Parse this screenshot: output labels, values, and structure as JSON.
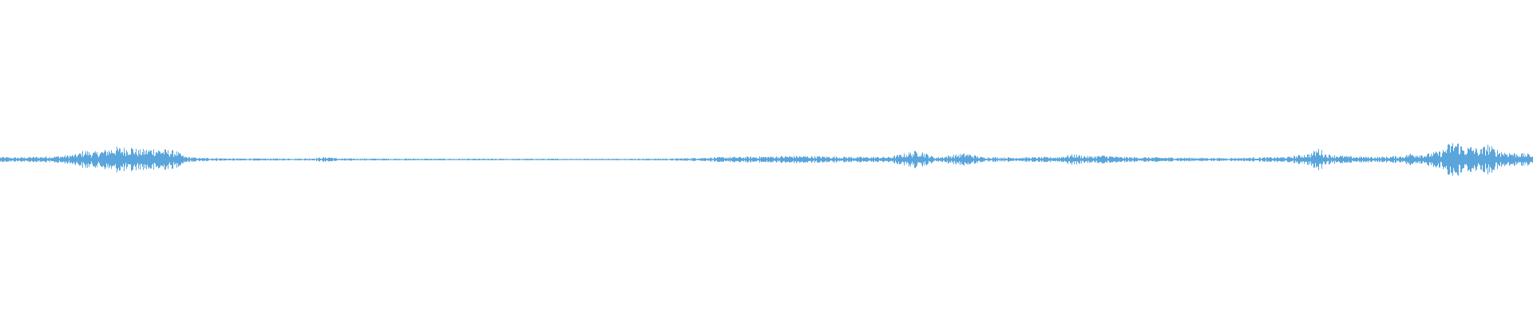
{
  "waveform": {
    "color": "#5aa6dc",
    "background": "#ffffff",
    "amplitude_envelope": [
      [
        0.0,
        0.05
      ],
      [
        0.01,
        0.04
      ],
      [
        0.02,
        0.05
      ],
      [
        0.03,
        0.06
      ],
      [
        0.04,
        0.07
      ],
      [
        0.05,
        0.1
      ],
      [
        0.055,
        0.18
      ],
      [
        0.06,
        0.14
      ],
      [
        0.065,
        0.16
      ],
      [
        0.07,
        0.2
      ],
      [
        0.075,
        0.24
      ],
      [
        0.08,
        0.22
      ],
      [
        0.085,
        0.26
      ],
      [
        0.09,
        0.18
      ],
      [
        0.095,
        0.2
      ],
      [
        0.1,
        0.22
      ],
      [
        0.105,
        0.2
      ],
      [
        0.11,
        0.18
      ],
      [
        0.115,
        0.16
      ],
      [
        0.12,
        0.06
      ],
      [
        0.13,
        0.03
      ],
      [
        0.14,
        0.03
      ],
      [
        0.15,
        0.02
      ],
      [
        0.2,
        0.02
      ],
      [
        0.215,
        0.05
      ],
      [
        0.22,
        0.02
      ],
      [
        0.3,
        0.015
      ],
      [
        0.4,
        0.015
      ],
      [
        0.44,
        0.02
      ],
      [
        0.46,
        0.04
      ],
      [
        0.48,
        0.05
      ],
      [
        0.5,
        0.06
      ],
      [
        0.52,
        0.07
      ],
      [
        0.54,
        0.06
      ],
      [
        0.56,
        0.05
      ],
      [
        0.58,
        0.05
      ],
      [
        0.6,
        0.18
      ],
      [
        0.605,
        0.1
      ],
      [
        0.61,
        0.04
      ],
      [
        0.62,
        0.08
      ],
      [
        0.63,
        0.12
      ],
      [
        0.64,
        0.05
      ],
      [
        0.66,
        0.04
      ],
      [
        0.69,
        0.05
      ],
      [
        0.7,
        0.1
      ],
      [
        0.71,
        0.06
      ],
      [
        0.72,
        0.08
      ],
      [
        0.73,
        0.05
      ],
      [
        0.76,
        0.04
      ],
      [
        0.8,
        0.03
      ],
      [
        0.84,
        0.05
      ],
      [
        0.855,
        0.12
      ],
      [
        0.86,
        0.22
      ],
      [
        0.865,
        0.1
      ],
      [
        0.88,
        0.06
      ],
      [
        0.9,
        0.05
      ],
      [
        0.915,
        0.07
      ],
      [
        0.92,
        0.12
      ],
      [
        0.93,
        0.1
      ],
      [
        0.935,
        0.14
      ],
      [
        0.94,
        0.16
      ],
      [
        0.945,
        0.3
      ],
      [
        0.95,
        0.36
      ],
      [
        0.955,
        0.22
      ],
      [
        0.96,
        0.26
      ],
      [
        0.965,
        0.18
      ],
      [
        0.97,
        0.3
      ],
      [
        0.975,
        0.2
      ],
      [
        0.98,
        0.16
      ],
      [
        0.985,
        0.14
      ],
      [
        0.99,
        0.12
      ],
      [
        1.0,
        0.1
      ]
    ]
  }
}
